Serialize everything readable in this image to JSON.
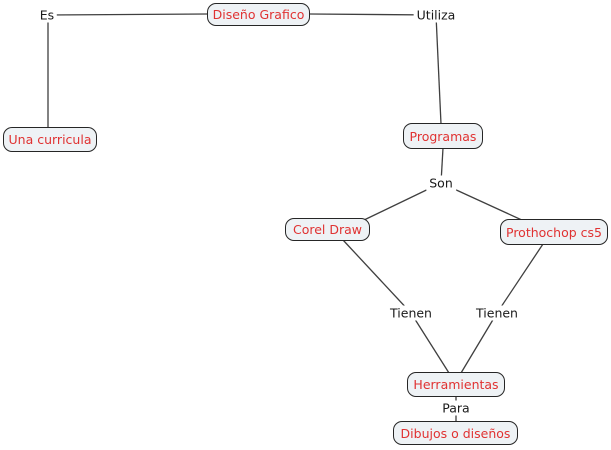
{
  "diagram": {
    "type": "concept-map",
    "colors": {
      "node_fill": "#eef2f5",
      "node_border": "#262626",
      "node_text": "#e03232",
      "edge": "#3f3f3f",
      "label_text": "#1a1a1a",
      "background": "#ffffff"
    },
    "nodes": [
      {
        "id": "diseno-grafico",
        "label": "Diseño Grafico"
      },
      {
        "id": "una-curricula",
        "label": "Una curricula"
      },
      {
        "id": "programas",
        "label": "Programas"
      },
      {
        "id": "corel-draw",
        "label": "Corel Draw"
      },
      {
        "id": "prothochop-cs5",
        "label": "Prothochop cs5"
      },
      {
        "id": "herramientas",
        "label": "Herramientas"
      },
      {
        "id": "dibujos-o-disenos",
        "label": "Dibujos o diseños"
      }
    ],
    "link_labels": [
      {
        "id": "es",
        "label": "Es"
      },
      {
        "id": "utiliza",
        "label": "Utiliza"
      },
      {
        "id": "son",
        "label": "Son"
      },
      {
        "id": "tienen-left",
        "label": "Tienen"
      },
      {
        "id": "tienen-right",
        "label": "Tienen"
      },
      {
        "id": "para",
        "label": "Para"
      }
    ],
    "connections": [
      {
        "from": "diseno-grafico",
        "via": "es",
        "to": "una-curricula"
      },
      {
        "from": "diseno-grafico",
        "via": "utiliza",
        "to": "programas"
      },
      {
        "from": "programas",
        "via": "son",
        "to": "corel-draw"
      },
      {
        "from": "programas",
        "via": "son",
        "to": "prothochop-cs5"
      },
      {
        "from": "corel-draw",
        "via": "tienen-left",
        "to": "herramientas"
      },
      {
        "from": "prothochop-cs5",
        "via": "tienen-right",
        "to": "herramientas"
      },
      {
        "from": "herramientas",
        "via": "para",
        "to": "dibujos-o-disenos"
      }
    ]
  }
}
